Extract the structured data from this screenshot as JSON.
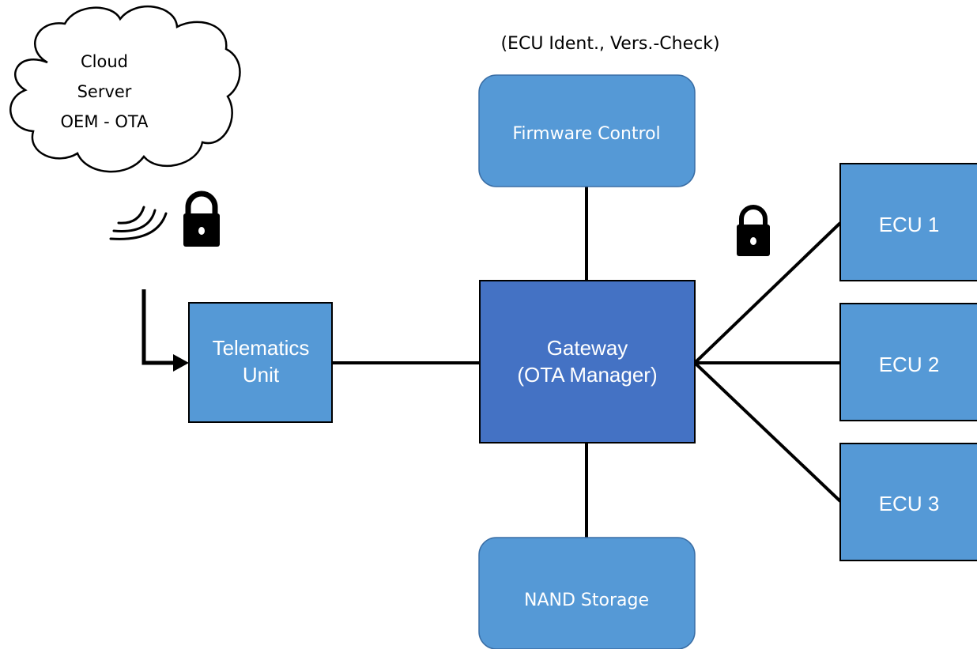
{
  "cloud": {
    "lines": [
      "Cloud",
      "Server",
      "OEM - OTA"
    ]
  },
  "firmware_note": "(ECU Ident., Vers.-Check)",
  "firmware_control": "Firmware Control",
  "gateway": {
    "line1": "Gateway",
    "line2": "(OTA Manager)"
  },
  "telematics": {
    "line1": "Telematics",
    "line2": "Unit"
  },
  "nand_storage": "NAND Storage",
  "ecus": [
    "ECU 1",
    "ECU 2",
    "ECU 3"
  ],
  "colors": {
    "box_light": "#5599d6",
    "box_dark": "#4472c4",
    "stroke": "#3a5f8a",
    "connector": "#000000"
  },
  "icons": [
    "wireless-signal-icon",
    "padlock-icon"
  ]
}
